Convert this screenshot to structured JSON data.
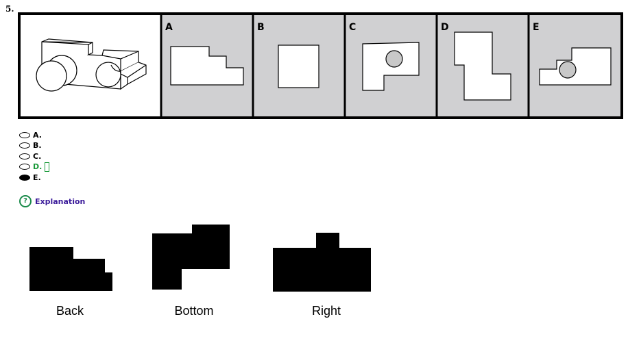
{
  "question": {
    "number": "5.",
    "choices_letters": [
      "A",
      "B",
      "C",
      "D",
      "E"
    ]
  },
  "options": [
    {
      "label": "A.",
      "selected": false
    },
    {
      "label": "B.",
      "selected": false
    },
    {
      "label": "C.",
      "selected": false
    },
    {
      "label": "D.",
      "selected": false,
      "correct": true
    },
    {
      "label": "E.",
      "selected": true
    }
  ],
  "explanation_label": "Explanation",
  "explanation_icon": "?",
  "views": [
    "Back",
    "Bottom",
    "Right"
  ],
  "colors": {
    "panel_gray": "#d0d0d2",
    "correct": "#1a9a3a",
    "link": "#3a1a9a"
  }
}
